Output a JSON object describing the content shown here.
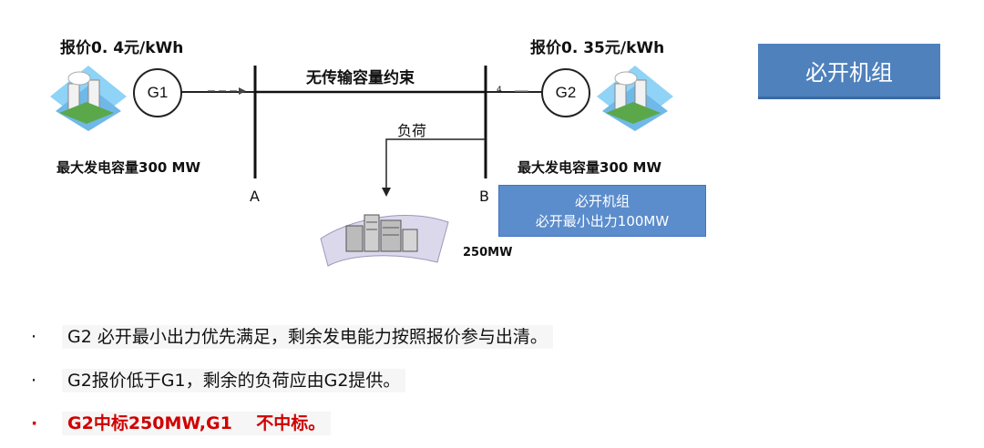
{
  "diagram": {
    "left": {
      "price": "报价0. 4元/kWh",
      "gen_label": "G1",
      "capacity": "最大发电容量300 MW",
      "bus": "A"
    },
    "right": {
      "price": "报价0. 35元/kWh",
      "gen_label": "G2",
      "capacity": "最大发电容量300 MW",
      "bus": "B",
      "flow_mark": "4"
    },
    "line_label": "无传输容量约束",
    "load_label": "负荷",
    "load_value": "250MW",
    "must_run_box": {
      "line1": "必开机组",
      "line2": "必开最小出力100MW"
    }
  },
  "title_box": "必开机组",
  "bullets": [
    {
      "marker": "·",
      "text": "G2 必开最小出力优先满足，剩余发电能力按照报价参与出清。"
    },
    {
      "marker": "·",
      "text": "G2报价低于G1，剩余的负荷应由G2提供。"
    },
    {
      "marker": "·",
      "text": "G2中标250MW,G1    不中标。"
    }
  ],
  "colors": {
    "title_box": "#4f81bd",
    "must_box": "#5b8ccc",
    "highlight": "#d10000"
  }
}
